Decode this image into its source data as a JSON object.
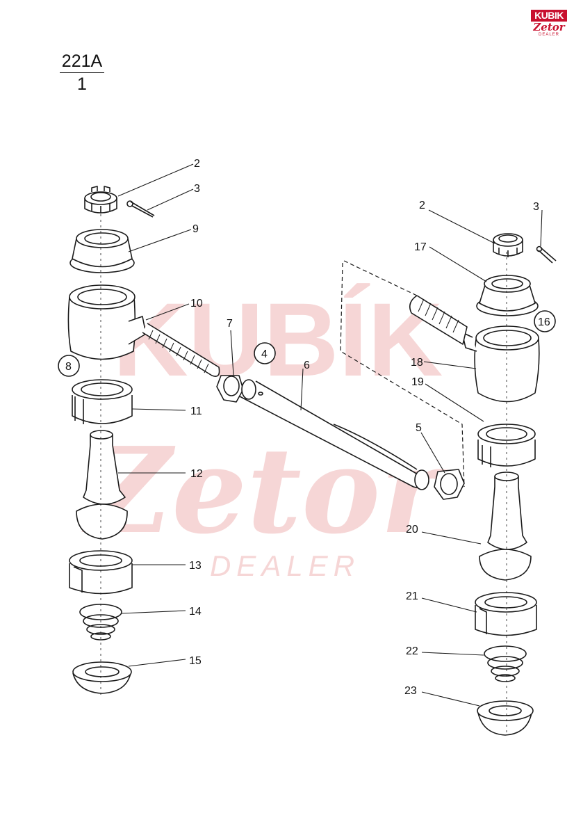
{
  "header": {
    "group_code": "221A",
    "sheet_number": "1"
  },
  "logo": {
    "brand_top": "KUBIK",
    "brand_middle": "Zetor",
    "brand_bottom": "DEALER"
  },
  "watermark": {
    "line1": "KUBÍK",
    "line2": "Zetor",
    "line3": "DEALER"
  },
  "callouts": {
    "left_2": "2",
    "left_3": "3",
    "left_9": "9",
    "left_10": "10",
    "c7": "7",
    "c4": "4",
    "c6": "6",
    "c8": "8",
    "c11": "11",
    "c12": "12",
    "c13": "13",
    "c14": "14",
    "c15": "15",
    "right_2": "2",
    "right_3": "3",
    "c17": "17",
    "c16": "16",
    "c18": "18",
    "c19": "19",
    "c5": "5",
    "c20": "20",
    "c21": "21",
    "c22": "22",
    "c23": "23"
  },
  "colors": {
    "line": "#1a1a1a",
    "watermark": "#f3c9c9",
    "brand": "#c8102e"
  }
}
